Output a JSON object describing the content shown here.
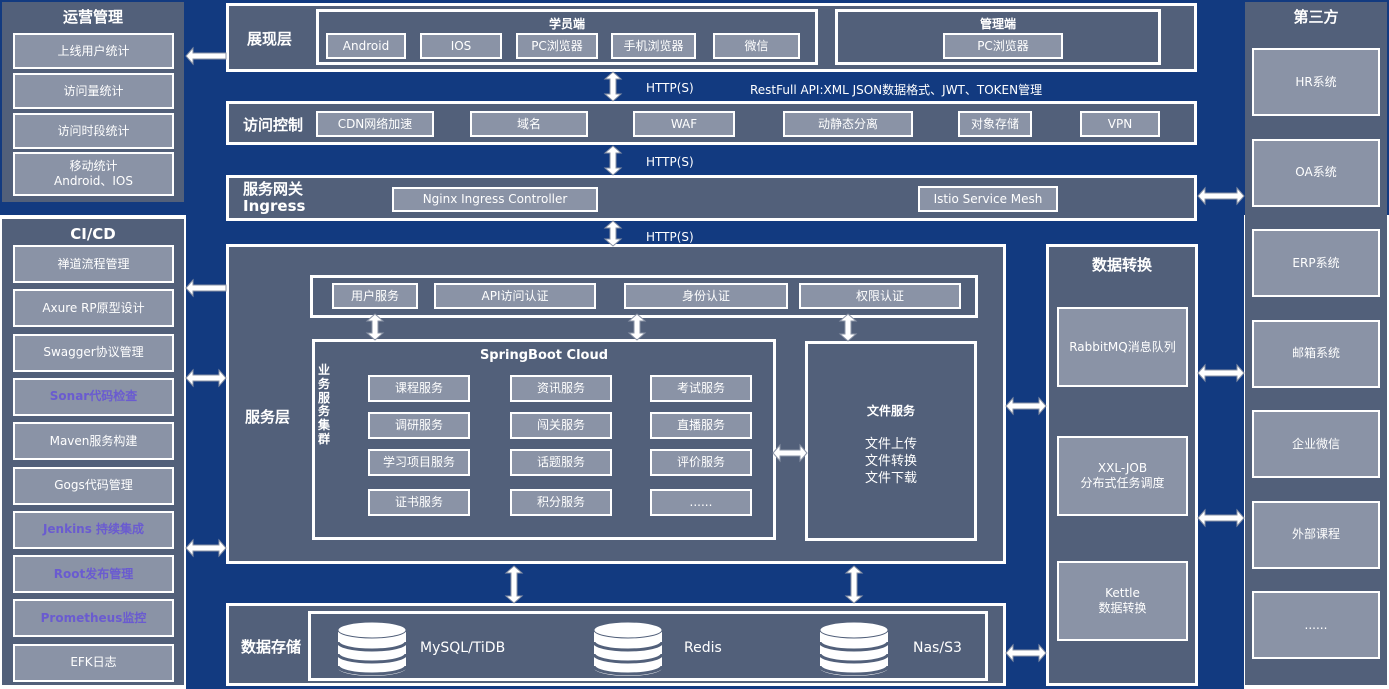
{
  "colors": {
    "navy": "#123a80",
    "panel": "#52607a",
    "box": "#8a93a6",
    "purple_text": "#6a5bd0"
  },
  "ops": {
    "title": "运营管理",
    "items": [
      "上线用户统计",
      "访问量统计",
      "访问时段统计",
      "移动统计\nAndroid、IOS"
    ]
  },
  "cicd": {
    "title": "CI/CD",
    "items": [
      "禅道流程管理",
      "Axure RP原型设计",
      "Swagger协议管理",
      "Sonar代码检查",
      "Maven服务构建",
      "Gogs代码管理",
      "Jenkins 持续集成",
      "Root发布管理",
      "Prometheus监控",
      "EFK日志"
    ]
  },
  "third": {
    "title": "第三方",
    "items": [
      "HR系统",
      "OA系统",
      "ERP系统",
      "邮箱系统",
      "企业微信",
      "外部课程",
      "......"
    ]
  },
  "presentation": {
    "title": "展现层",
    "student_title": "学员端",
    "student_items": [
      "Android",
      "IOS",
      "PC浏览器",
      "手机浏览器",
      "微信"
    ],
    "admin_title": "管理端",
    "admin_items": [
      "PC浏览器"
    ]
  },
  "http1": "HTTP(S)",
  "restful": "RestFull API:XML JSON数据格式、JWT、TOKEN管理",
  "access": {
    "title": "访问控制",
    "items": [
      "CDN网络加速",
      "域名",
      "WAF",
      "动静态分离",
      "对象存储",
      "VPN"
    ]
  },
  "http2": "HTTP(S)",
  "gateway": {
    "title": "服务网关\nIngress",
    "items": [
      "Nginx Ingress Controller",
      "Istio Service Mesh"
    ]
  },
  "http3": "HTTP(S)",
  "service": {
    "title": "服务层",
    "top_items": [
      "用户服务",
      "API访问认证",
      "身份认证",
      "权限认证"
    ],
    "cluster_label": "业\n务\n服\n务\n集\n群",
    "springboot_title": "SpringBoot Cloud",
    "grid": [
      "课程服务",
      "资讯服务",
      "考试服务",
      "调研服务",
      "闯关服务",
      "直播服务",
      "学习项目服务",
      "话题服务",
      "评价服务",
      "证书服务",
      "积分服务",
      "......"
    ],
    "file_title": "文件服务",
    "file_items": "文件上传\n文件转换\n文件下载"
  },
  "storage": {
    "title": "数据存储",
    "items": [
      "MySQL/TiDB",
      "Redis",
      "Nas/S3"
    ]
  },
  "transform": {
    "title": "数据转换",
    "items": [
      "RabbitMQ消息队列",
      "XXL-JOB\n分布式任务调度",
      "Kettle\n数据转换"
    ]
  }
}
